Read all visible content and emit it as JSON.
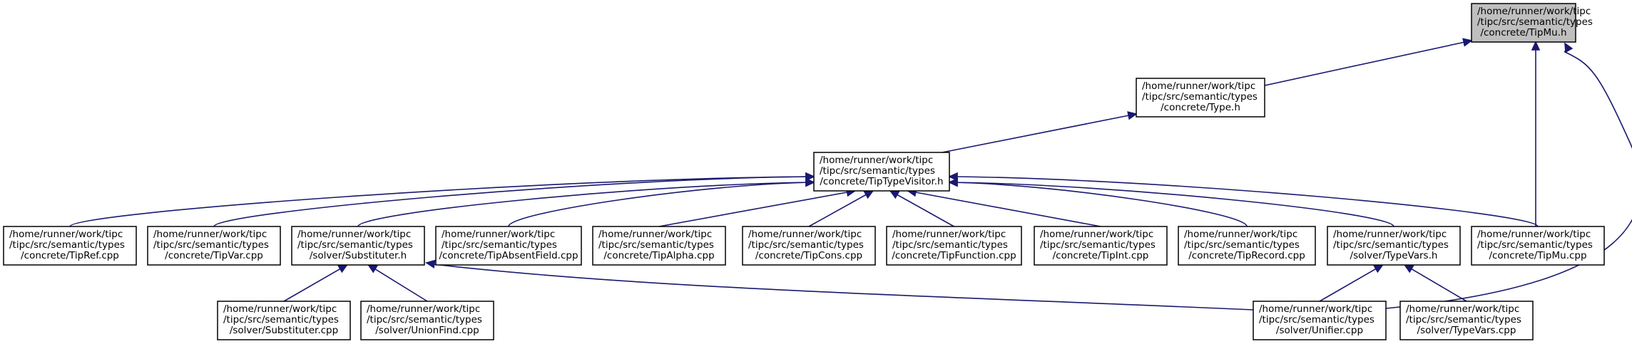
{
  "colors": {
    "edge": "#191970",
    "node_fill": "#ffffff",
    "root_fill": "#bfbfbf",
    "node_stroke": "#000000"
  },
  "nodes": [
    {
      "id": "tipmu_h",
      "lines": [
        "/home/runner/work/tipc",
        "/tipc/src/semantic/types",
        "/concrete/TipMu.h"
      ],
      "highlight": true
    },
    {
      "id": "type_h",
      "lines": [
        "/home/runner/work/tipc",
        "/tipc/src/semantic/types",
        "/concrete/Type.h"
      ]
    },
    {
      "id": "tiptypevisitor_h",
      "lines": [
        "/home/runner/work/tipc",
        "/tipc/src/semantic/types",
        "/concrete/TipTypeVisitor.h"
      ]
    },
    {
      "id": "tipref_cpp",
      "lines": [
        "/home/runner/work/tipc",
        "/tipc/src/semantic/types",
        "/concrete/TipRef.cpp"
      ]
    },
    {
      "id": "tipvar_cpp",
      "lines": [
        "/home/runner/work/tipc",
        "/tipc/src/semantic/types",
        "/concrete/TipVar.cpp"
      ]
    },
    {
      "id": "substituter_h",
      "lines": [
        "/home/runner/work/tipc",
        "/tipc/src/semantic/types",
        "/solver/Substituter.h"
      ]
    },
    {
      "id": "tipabsentfield_cpp",
      "lines": [
        "/home/runner/work/tipc",
        "/tipc/src/semantic/types",
        "/concrete/TipAbsentField.cpp"
      ]
    },
    {
      "id": "tipalpha_cpp",
      "lines": [
        "/home/runner/work/tipc",
        "/tipc/src/semantic/types",
        "/concrete/TipAlpha.cpp"
      ]
    },
    {
      "id": "tipcons_cpp",
      "lines": [
        "/home/runner/work/tipc",
        "/tipc/src/semantic/types",
        "/concrete/TipCons.cpp"
      ]
    },
    {
      "id": "tipfunction_cpp",
      "lines": [
        "/home/runner/work/tipc",
        "/tipc/src/semantic/types",
        "/concrete/TipFunction.cpp"
      ]
    },
    {
      "id": "tipint_cpp",
      "lines": [
        "/home/runner/work/tipc",
        "/tipc/src/semantic/types",
        "/concrete/TipInt.cpp"
      ]
    },
    {
      "id": "tiprecord_cpp",
      "lines": [
        "/home/runner/work/tipc",
        "/tipc/src/semantic/types",
        "/concrete/TipRecord.cpp"
      ]
    },
    {
      "id": "typevars_h",
      "lines": [
        "/home/runner/work/tipc",
        "/tipc/src/semantic/types",
        "/solver/TypeVars.h"
      ]
    },
    {
      "id": "tipmu_cpp",
      "lines": [
        "/home/runner/work/tipc",
        "/tipc/src/semantic/types",
        "/concrete/TipMu.cpp"
      ]
    },
    {
      "id": "substituter_cpp",
      "lines": [
        "/home/runner/work/tipc",
        "/tipc/src/semantic/types",
        "/solver/Substituter.cpp"
      ]
    },
    {
      "id": "unionfind_cpp",
      "lines": [
        "/home/runner/work/tipc",
        "/tipc/src/semantic/types",
        "/solver/UnionFind.cpp"
      ]
    },
    {
      "id": "unifier_cpp",
      "lines": [
        "/home/runner/work/tipc",
        "/tipc/src/semantic/types",
        "/solver/Unifier.cpp"
      ]
    },
    {
      "id": "typevars_cpp",
      "lines": [
        "/home/runner/work/tipc",
        "/tipc/src/semantic/types",
        "/solver/TypeVars.cpp"
      ]
    }
  ],
  "edges": [
    {
      "from": "type_h",
      "to": "tipmu_h"
    },
    {
      "from": "tipmu_cpp",
      "to": "tipmu_h"
    },
    {
      "from": "unifier_cpp",
      "to": "tipmu_h"
    },
    {
      "from": "tiptypevisitor_h",
      "to": "type_h"
    },
    {
      "from": "tipref_cpp",
      "to": "tiptypevisitor_h"
    },
    {
      "from": "tipvar_cpp",
      "to": "tiptypevisitor_h"
    },
    {
      "from": "substituter_h",
      "to": "tiptypevisitor_h"
    },
    {
      "from": "tipabsentfield_cpp",
      "to": "tiptypevisitor_h"
    },
    {
      "from": "tipalpha_cpp",
      "to": "tiptypevisitor_h"
    },
    {
      "from": "tipcons_cpp",
      "to": "tiptypevisitor_h"
    },
    {
      "from": "tipfunction_cpp",
      "to": "tiptypevisitor_h"
    },
    {
      "from": "tipint_cpp",
      "to": "tiptypevisitor_h"
    },
    {
      "from": "tiprecord_cpp",
      "to": "tiptypevisitor_h"
    },
    {
      "from": "typevars_h",
      "to": "tiptypevisitor_h"
    },
    {
      "from": "tipmu_cpp",
      "to": "tiptypevisitor_h"
    },
    {
      "from": "substituter_cpp",
      "to": "substituter_h"
    },
    {
      "from": "unionfind_cpp",
      "to": "substituter_h"
    },
    {
      "from": "unifier_cpp",
      "to": "substituter_h"
    },
    {
      "from": "unifier_cpp",
      "to": "typevars_h"
    },
    {
      "from": "typevars_cpp",
      "to": "typevars_h"
    }
  ]
}
